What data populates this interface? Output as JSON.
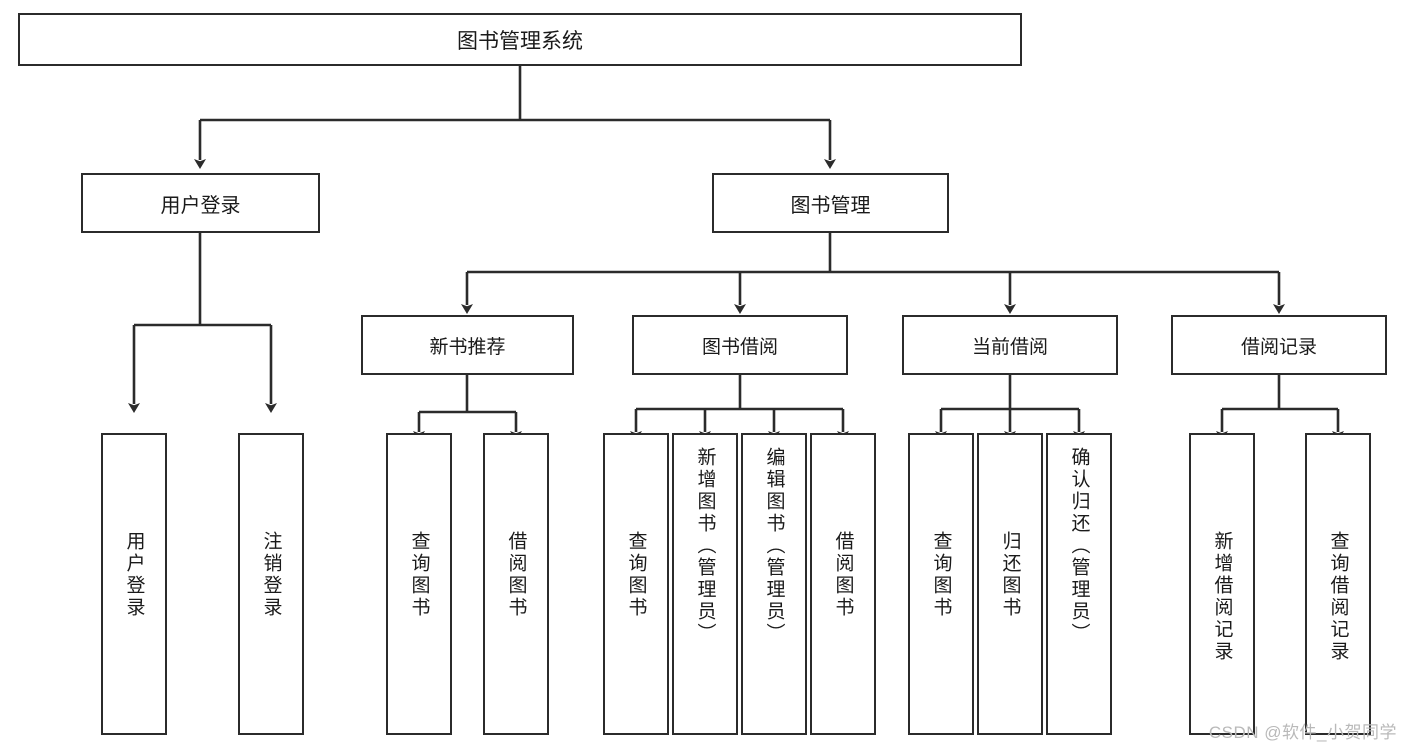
{
  "diagram": {
    "title": "图书管理系统",
    "type": "functional-structure-tree",
    "root": {
      "id": "root",
      "label": "图书管理系统"
    },
    "level1": [
      {
        "id": "user-login",
        "label": "用户登录"
      },
      {
        "id": "book-management",
        "label": "图书管理"
      }
    ],
    "level2": [
      {
        "id": "new-book-recommend",
        "label": "新书推荐",
        "parent": "book-management"
      },
      {
        "id": "book-borrow",
        "label": "图书借阅",
        "parent": "book-management"
      },
      {
        "id": "current-borrow",
        "label": "当前借阅",
        "parent": "book-management"
      },
      {
        "id": "borrow-record",
        "label": "借阅记录",
        "parent": "book-management"
      }
    ],
    "leaves": [
      {
        "id": "leaf-user-login",
        "label": "用户登录",
        "parent": "user-login"
      },
      {
        "id": "leaf-logout-login",
        "label": "注销登录",
        "parent": "user-login"
      },
      {
        "id": "leaf-query-book-1",
        "label": "查询图书",
        "parent": "new-book-recommend"
      },
      {
        "id": "leaf-borrow-book-1",
        "label": "借阅图书",
        "parent": "new-book-recommend"
      },
      {
        "id": "leaf-query-book-2",
        "label": "查询图书",
        "parent": "book-borrow"
      },
      {
        "id": "leaf-add-book",
        "label": "新增图书（管理员）",
        "parent": "book-borrow"
      },
      {
        "id": "leaf-edit-book",
        "label": "编辑图书（管理员）",
        "parent": "book-borrow"
      },
      {
        "id": "leaf-borrow-book-2",
        "label": "借阅图书",
        "parent": "book-borrow"
      },
      {
        "id": "leaf-query-book-3",
        "label": "查询图书",
        "parent": "current-borrow"
      },
      {
        "id": "leaf-return-book",
        "label": "归还图书",
        "parent": "current-borrow"
      },
      {
        "id": "leaf-confirm-return",
        "label": "确认归还（管理员）",
        "parent": "current-borrow"
      },
      {
        "id": "leaf-add-record",
        "label": "新增借阅记录",
        "parent": "borrow-record"
      },
      {
        "id": "leaf-query-record",
        "label": "查询借阅记录",
        "parent": "borrow-record"
      }
    ],
    "colors": {
      "background": "#ffffff",
      "node_fill": "#ffffff",
      "node_border": "#2b2b2b",
      "connector": "#2b2b2b",
      "text": "#1a1a1a",
      "watermark": "#b9b9b9"
    }
  },
  "watermark": {
    "text": "CSDN @软件_小贺同学"
  }
}
